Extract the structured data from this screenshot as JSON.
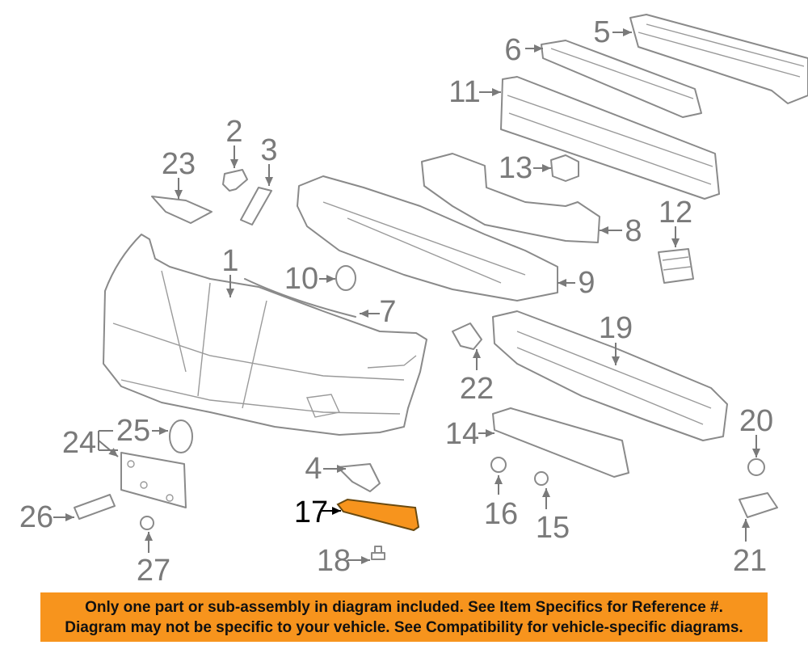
{
  "highlight_color": "#f7941d",
  "highlighted_callout": "17",
  "callouts": [
    {
      "id": "1",
      "label": "1"
    },
    {
      "id": "2",
      "label": "2"
    },
    {
      "id": "3",
      "label": "3"
    },
    {
      "id": "4",
      "label": "4"
    },
    {
      "id": "5",
      "label": "5"
    },
    {
      "id": "6",
      "label": "6"
    },
    {
      "id": "7",
      "label": "7"
    },
    {
      "id": "8",
      "label": "8"
    },
    {
      "id": "9",
      "label": "9"
    },
    {
      "id": "10",
      "label": "10"
    },
    {
      "id": "11",
      "label": "11"
    },
    {
      "id": "12",
      "label": "12"
    },
    {
      "id": "13",
      "label": "13"
    },
    {
      "id": "14",
      "label": "14"
    },
    {
      "id": "15",
      "label": "15"
    },
    {
      "id": "16",
      "label": "16"
    },
    {
      "id": "17",
      "label": "17"
    },
    {
      "id": "18",
      "label": "18"
    },
    {
      "id": "19",
      "label": "19"
    },
    {
      "id": "20",
      "label": "20"
    },
    {
      "id": "21",
      "label": "21"
    },
    {
      "id": "22",
      "label": "22"
    },
    {
      "id": "23",
      "label": "23"
    },
    {
      "id": "24",
      "label": "24"
    },
    {
      "id": "25",
      "label": "25"
    },
    {
      "id": "26",
      "label": "26"
    },
    {
      "id": "27",
      "label": "27"
    }
  ],
  "notice": {
    "line1": "Only one part or sub-assembly in diagram included. See Item Specifics for Reference #.",
    "line2": "Diagram may not be specific to your vehicle. See Compatibility for vehicle-specific diagrams."
  }
}
